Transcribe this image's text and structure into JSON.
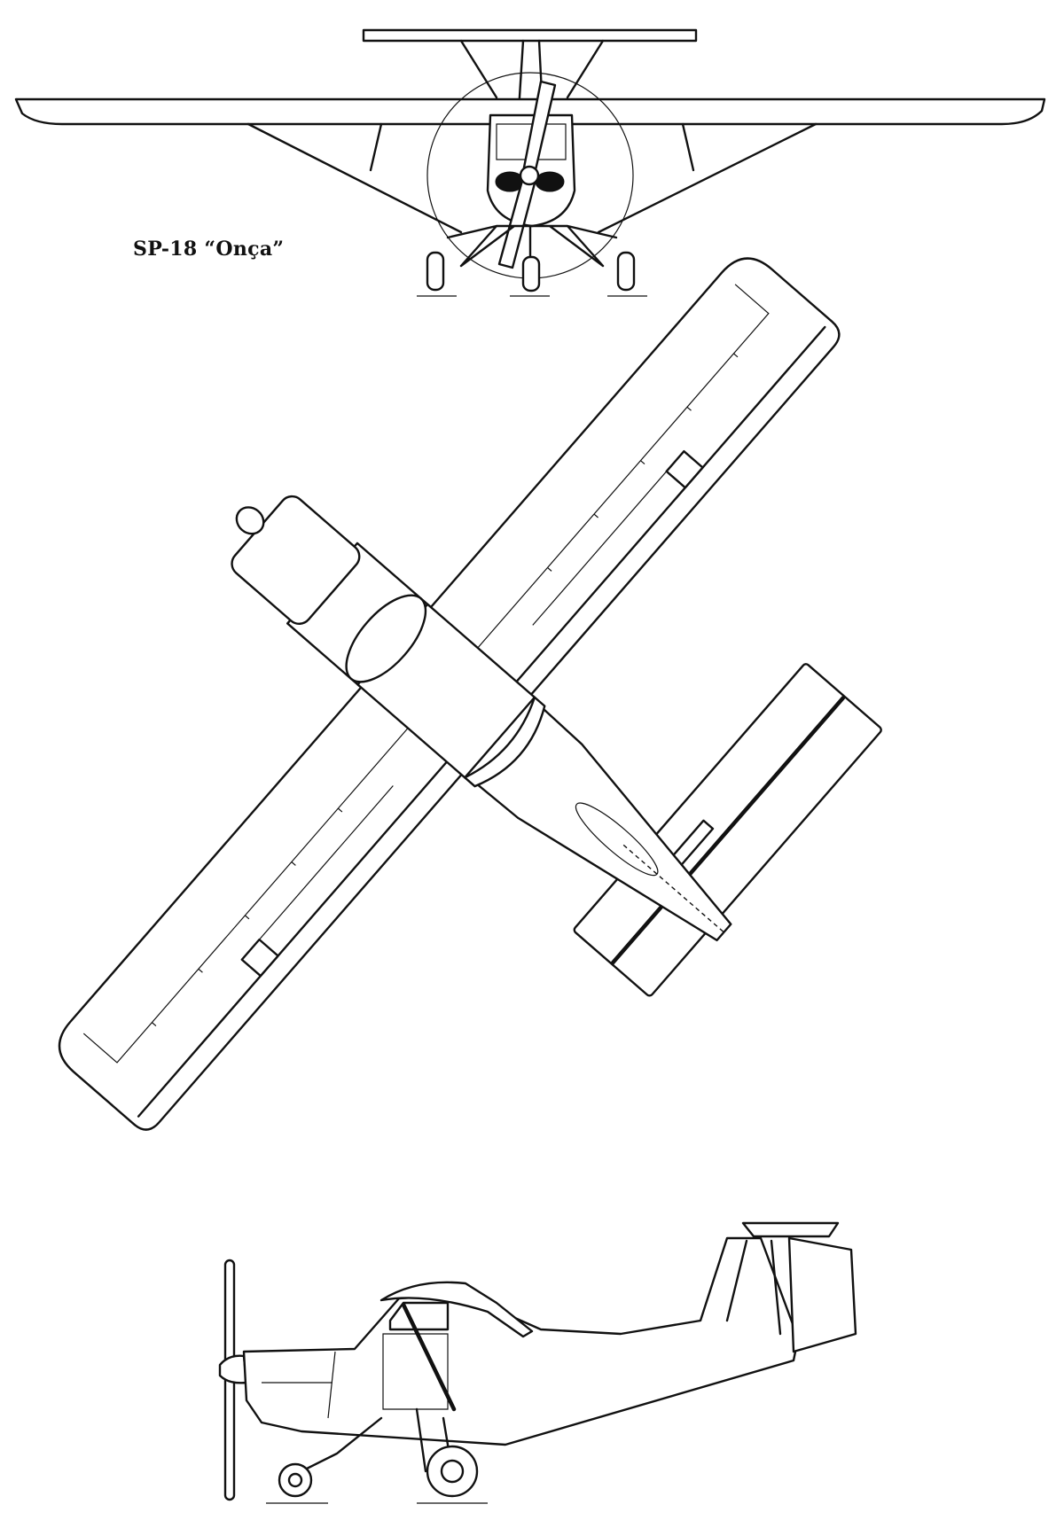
{
  "drawing": {
    "title": "SP-18 “Onça”",
    "views": [
      "front-view",
      "top-view",
      "side-view"
    ]
  },
  "colors": {
    "ink": "#111111",
    "paper": "#ffffff"
  }
}
